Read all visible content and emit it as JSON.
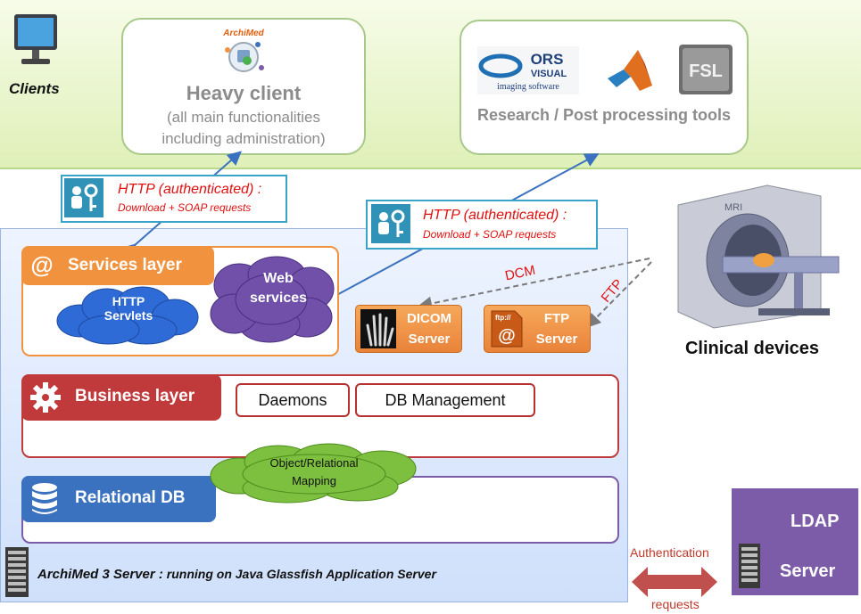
{
  "clients": {
    "label": "Clients",
    "heavy_client": {
      "logo_text": "ArchiMed",
      "title": "Heavy client",
      "subtitle_line1": "(all main functionalities",
      "subtitle_line2": "including administration)"
    },
    "tools": {
      "logos": [
        "ORS",
        "VISUAL",
        "imaging software",
        "FSL"
      ],
      "label": "Research / Post processing tools"
    }
  },
  "http_left": {
    "title": "HTTP (authenticated) :",
    "subtitle": "Download + SOAP requests"
  },
  "http_right": {
    "title": "HTTP (authenticated) :",
    "subtitle": "Download + SOAP requests"
  },
  "services_layer": {
    "tab": "Services layer",
    "at_icon": "@",
    "http_servlets_line1": "HTTP",
    "http_servlets_line2": "Servlets",
    "web_services_line1": "Web",
    "web_services_line2": "services"
  },
  "dicom_server": {
    "line1": "DICOM",
    "line2": "Server"
  },
  "ftp_server": {
    "line1": "FTP",
    "line2": "Server",
    "icon_text": "ftp://",
    "at_icon": "@"
  },
  "protocols": {
    "dcm": "DCM",
    "ftp": "FTP"
  },
  "business_layer": {
    "tab": "Business layer",
    "daemons": "Daemons",
    "db_management": "DB Management"
  },
  "orm": {
    "line1": "Object/Relational",
    "line2": "Mapping"
  },
  "relational_db": {
    "tab": "Relational DB"
  },
  "server_footer": {
    "main": "ArchiMed 3 Server :",
    "rest": " running on Java Glassfish Application Server"
  },
  "clinical_devices": {
    "label": "Clinical devices",
    "mri_text": "MRI"
  },
  "ldap": {
    "line1": "LDAP",
    "line2": "Server"
  },
  "authentication": {
    "top": "Authentication",
    "bottom": "requests"
  },
  "colors": {
    "orange": "#f0923e",
    "red": "#c0392b",
    "blue": "#3b72c0",
    "purple": "#7c5ca8",
    "cloud_blue": "#2f6bd6",
    "cloud_purple": "#7050a8",
    "cloud_green": "#7dbf3e"
  }
}
